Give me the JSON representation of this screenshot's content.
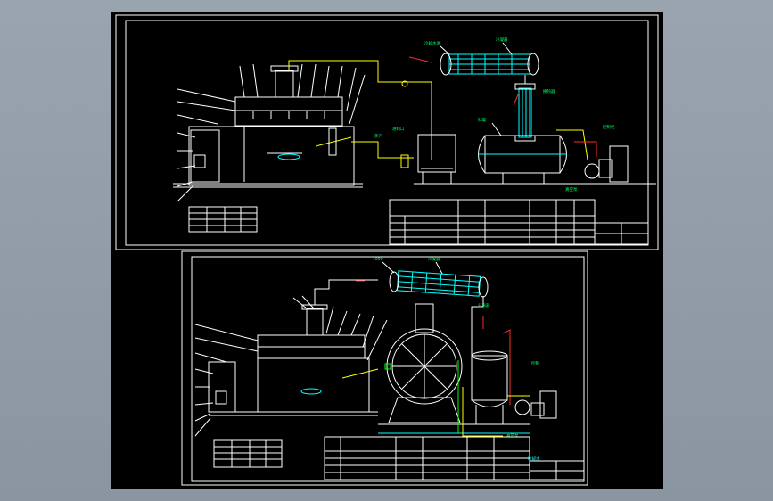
{
  "window": {
    "background": "#8f9aa6",
    "canvas_color": "#000000"
  },
  "drawing_top": {
    "labels": {
      "condenser": "冷凝器",
      "condenser_tag": "冷却水进",
      "receiver": "贮罐",
      "pump": "真空泵",
      "control_box": "控制柜",
      "heat_exchanger": "换热器",
      "inlet": "进料口",
      "vapor": "蒸汽"
    }
  },
  "drawing_bottom": {
    "labels": {
      "condenser": "冷凝器",
      "condenser_tag": "1000",
      "separator": "分离器",
      "pump": "真空泵",
      "control": "控制",
      "cooling_water": "冷却水"
    }
  },
  "colors": {
    "line_white": "#ffffff",
    "line_yellow": "#ffff00",
    "line_cyan": "#00ffff",
    "line_red": "#ff2a2a",
    "line_magenta": "#ff00ff",
    "text_green": "#00ff66"
  }
}
